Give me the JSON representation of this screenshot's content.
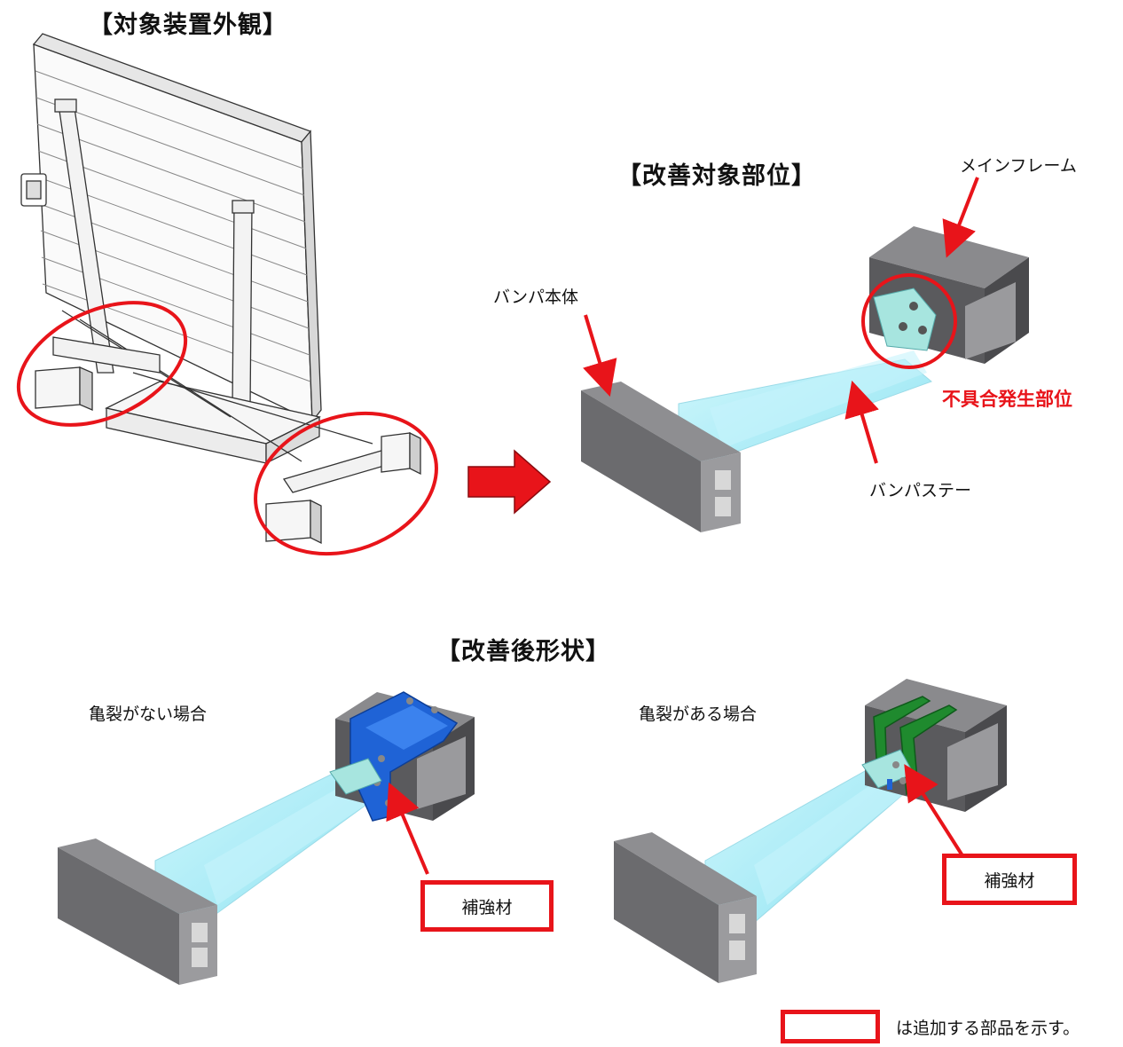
{
  "titles": {
    "exterior": "【対象装置外観】",
    "target_part": "【改善対象部位】",
    "after": "【改善後形状】"
  },
  "labels": {
    "main_frame": "メインフレーム",
    "bumper_body": "バンパ本体",
    "defect_site": "不具合発生部位",
    "bumper_stay": "バンパステー",
    "no_crack": "亀裂がない場合",
    "with_crack": "亀裂がある場合",
    "reinforcement_1": "補強材",
    "reinforcement_2": "補強材",
    "legend_text": "は追加する部品を示す。"
  },
  "colors": {
    "highlight_red": "#e8141a",
    "bumper_gray": "#6b6b6e",
    "stay_cyan": "#8fe6f4",
    "reinforce_blue": "#1f63d6",
    "reinforce_green": "#1f8a2e"
  }
}
